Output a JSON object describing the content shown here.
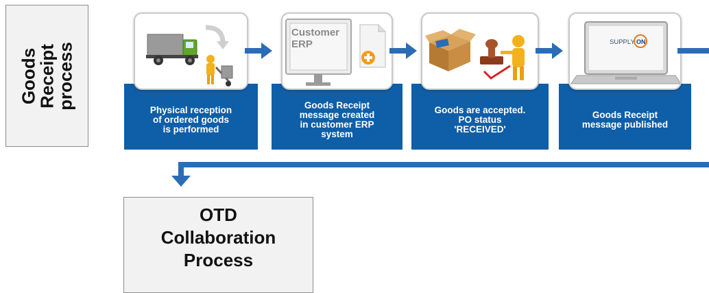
{
  "side_label": "Goods\nReceipt\nprocess",
  "steps": [
    {
      "caption": "Physical reception\nof ordered goods\nis performed",
      "icon": "delivery-truck-icon"
    },
    {
      "caption": "Goods Receipt\nmessage created\nin customer ERP\nsystem",
      "icon": "customer-erp-monitor-icon",
      "monitor_text": "Customer\nERP"
    },
    {
      "caption": "Goods are accepted.\nPO status\n'RECEIVED'",
      "icon": "accepted-box-stamp-icon"
    },
    {
      "caption": "Goods Receipt\nmessage published",
      "icon": "supplyon-laptop-icon",
      "screen_logo": "SUPPLYON"
    }
  ],
  "next_process": "OTD\nCollaboration\nProcess",
  "colors": {
    "step_blue": "#0f5ea8",
    "arrow_blue": "#2b6cb6",
    "box_gray": "#f2f2f2"
  }
}
